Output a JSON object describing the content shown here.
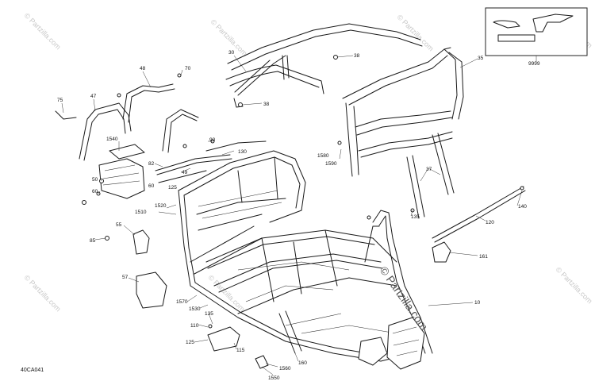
{
  "diagram": {
    "code": "40CA041",
    "callouts": [
      {
        "id": "c-30",
        "label": "30"
      },
      {
        "id": "c-38a",
        "label": "38"
      },
      {
        "id": "c-38b",
        "label": "38"
      },
      {
        "id": "c-35",
        "label": "35"
      },
      {
        "id": "c-9999",
        "label": "9999"
      },
      {
        "id": "c-48",
        "label": "48"
      },
      {
        "id": "c-70",
        "label": "70"
      },
      {
        "id": "c-75",
        "label": "75"
      },
      {
        "id": "c-47",
        "label": "47"
      },
      {
        "id": "c-1540",
        "label": "1540"
      },
      {
        "id": "c-50",
        "label": "50"
      },
      {
        "id": "c-60a",
        "label": "60"
      },
      {
        "id": "c-82",
        "label": "82"
      },
      {
        "id": "c-49",
        "label": "49"
      },
      {
        "id": "c-60b",
        "label": "60"
      },
      {
        "id": "c-125a",
        "label": "125"
      },
      {
        "id": "c-90",
        "label": "90"
      },
      {
        "id": "c-130",
        "label": "130"
      },
      {
        "id": "c-1580",
        "label": "1580"
      },
      {
        "id": "c-1590",
        "label": "1590"
      },
      {
        "id": "c-37",
        "label": "37"
      },
      {
        "id": "c-140",
        "label": "140"
      },
      {
        "id": "c-120",
        "label": "120"
      },
      {
        "id": "c-135a",
        "label": "135"
      },
      {
        "id": "c-1520",
        "label": "1520"
      },
      {
        "id": "c-1510",
        "label": "1510"
      },
      {
        "id": "c-55",
        "label": "55"
      },
      {
        "id": "c-85",
        "label": "85"
      },
      {
        "id": "c-161",
        "label": "161"
      },
      {
        "id": "c-57",
        "label": "57"
      },
      {
        "id": "c-1570",
        "label": "1570"
      },
      {
        "id": "c-1530",
        "label": "1530"
      },
      {
        "id": "c-10",
        "label": "10"
      },
      {
        "id": "c-135b",
        "label": "135"
      },
      {
        "id": "c-110",
        "label": "110"
      },
      {
        "id": "c-125b",
        "label": "125"
      },
      {
        "id": "c-115",
        "label": "115"
      },
      {
        "id": "c-160",
        "label": "160"
      },
      {
        "id": "c-1560",
        "label": "1560"
      },
      {
        "id": "c-1550",
        "label": "1550"
      }
    ],
    "watermark": {
      "center": "© Partzilla.com",
      "tiles": "© Partzilla.com"
    }
  }
}
